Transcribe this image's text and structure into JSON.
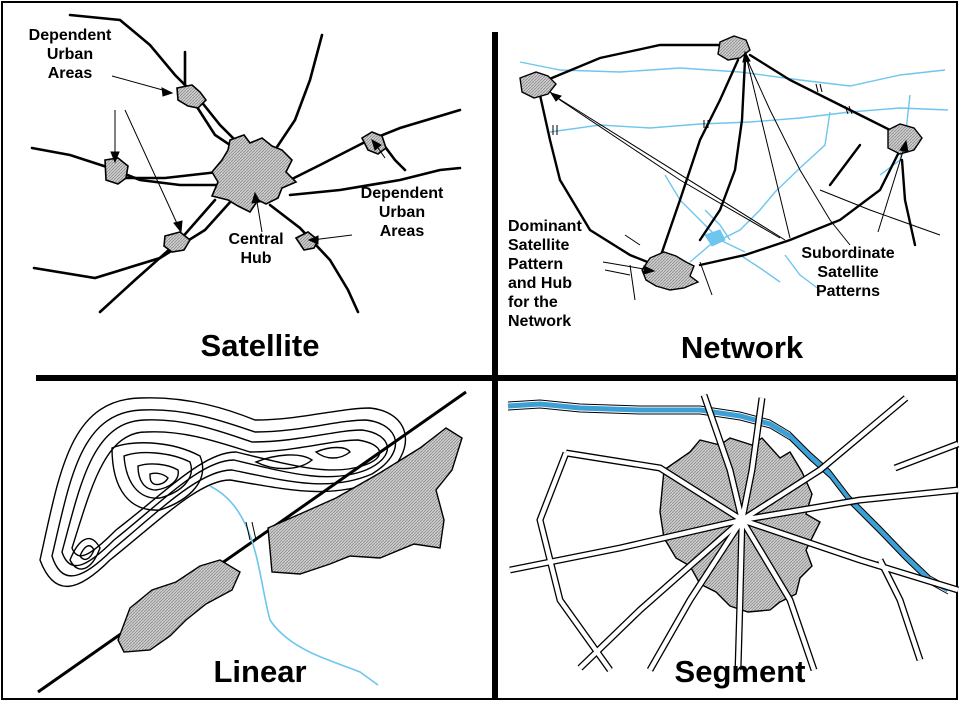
{
  "panels": {
    "satellite": {
      "title": "Satellite",
      "hub_label": [
        "Central",
        "Hub"
      ],
      "dependent_left": [
        "Dependent",
        "Urban",
        "Areas"
      ],
      "dependent_right": [
        "Dependent",
        "Urban",
        "Areas"
      ]
    },
    "network": {
      "title": "Network",
      "dominant_label": [
        "Dominant",
        "Satellite",
        "Pattern",
        "and Hub",
        "for the",
        "Network"
      ],
      "subordinate_label": [
        "Subordinate",
        "Satellite",
        "Patterns"
      ]
    },
    "linear": {
      "title": "Linear"
    },
    "segment": {
      "title": "Segment"
    }
  },
  "colors": {
    "road": "#000000",
    "urban_fill": "#b4b4b4",
    "river_light": "#6ec6ee",
    "river_segment": "#3c9fd6",
    "divider": "#000000"
  }
}
